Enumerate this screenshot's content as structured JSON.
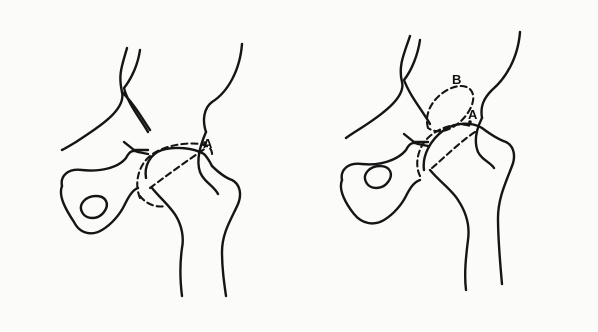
{
  "figure": {
    "panels": [
      {
        "labels": {
          "a": "A"
        }
      },
      {
        "labels": {
          "a": "A",
          "b": "B"
        }
      }
    ]
  }
}
